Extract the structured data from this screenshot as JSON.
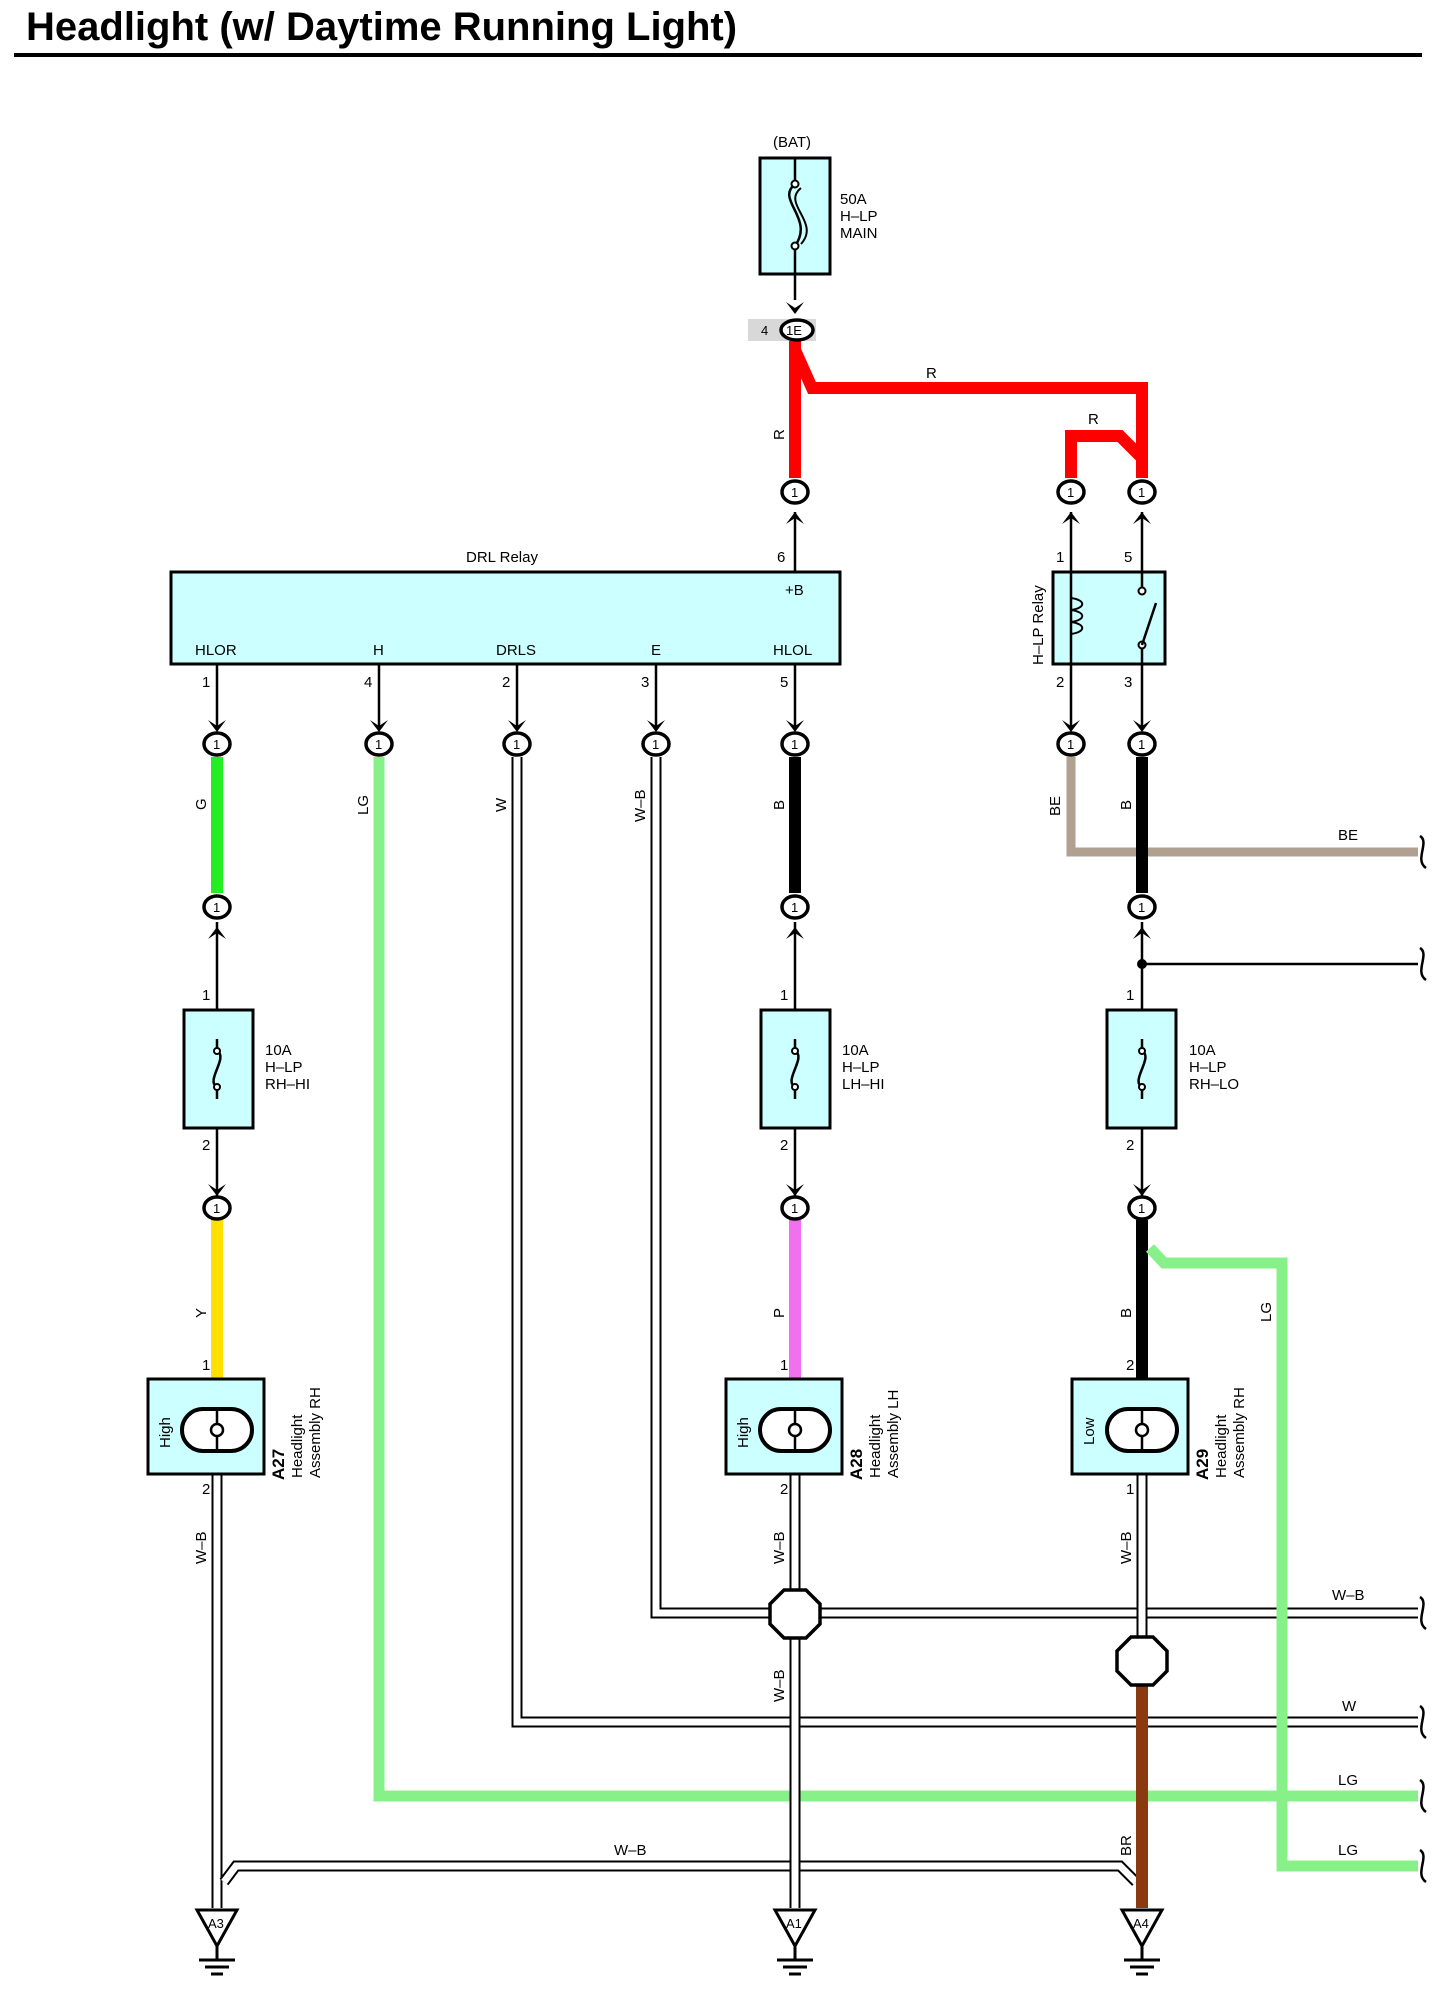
{
  "title": "Headlight (w/ Daytime Running Light)",
  "colors": {
    "R": "#ff0000",
    "G": "#22ee22",
    "LG": "#88f088",
    "B": "#000000",
    "Y": "#ffe000",
    "P": "#f070f0",
    "BE": "#b0a090",
    "BR": "#8b3a0f",
    "box_fill": "#ccffff"
  },
  "bat_label": "(BAT)",
  "main_fuse": {
    "line1": "50A",
    "line2": "H–LP",
    "line3": "MAIN"
  },
  "junction": {
    "pin": "4",
    "id": "1E"
  },
  "drl_relay": {
    "name": "DRL Relay",
    "plus_b": "+B",
    "plus_b_pin": "6",
    "terminals": [
      {
        "label": "HLOR",
        "pin": "1"
      },
      {
        "label": "H",
        "pin": "4"
      },
      {
        "label": "DRLS",
        "pin": "2"
      },
      {
        "label": "E",
        "pin": "3"
      },
      {
        "label": "HLOL",
        "pin": "5"
      }
    ]
  },
  "hlp_relay": {
    "name": "H–LP Relay",
    "pins": [
      "1",
      "5",
      "2",
      "3"
    ]
  },
  "fuses": [
    {
      "line1": "10A",
      "line2": "H–LP",
      "line3": "RH–HI",
      "pin_top": "1",
      "pin_bottom": "2"
    },
    {
      "line1": "10A",
      "line2": "H–LP",
      "line3": "LH–HI",
      "pin_top": "1",
      "pin_bottom": "2"
    },
    {
      "line1": "10A",
      "line2": "H–LP",
      "line3": "RH–LO",
      "pin_top": "1",
      "pin_bottom": "2"
    }
  ],
  "headlights": [
    {
      "id": "A27",
      "name1": "Headlight",
      "name2": "Assembly RH",
      "beam": "High",
      "pin_top": "1",
      "pin_bottom": "2"
    },
    {
      "id": "A28",
      "name1": "Headlight",
      "name2": "Assembly LH",
      "beam": "High",
      "pin_top": "1",
      "pin_bottom": "2"
    },
    {
      "id": "A29",
      "name1": "Headlight",
      "name2": "Assembly RH",
      "beam": "Low",
      "pin_top": "2",
      "pin_bottom": "1"
    }
  ],
  "grounds": [
    "A3",
    "A1",
    "A4"
  ],
  "connector_pin": "1",
  "wire_labels": {
    "r_main": "R",
    "r_top": "R",
    "r_small": "R",
    "g": "G",
    "lg": "LG",
    "w": "W",
    "wb": "W–B",
    "b": "B",
    "be_vert": "BE",
    "b_relay": "B",
    "be_right": "BE",
    "y": "Y",
    "p": "P",
    "b_low": "B",
    "lg_right": "LG",
    "wb_a27": "W–B",
    "wb_a28": "W–B",
    "wb_a28_lower": "W–B",
    "wb_a29": "W–B",
    "wb_right": "W–B",
    "w_right": "W",
    "lg_right1": "LG",
    "lg_right2": "LG",
    "wb_bottom": "W–B",
    "br": "BR"
  }
}
